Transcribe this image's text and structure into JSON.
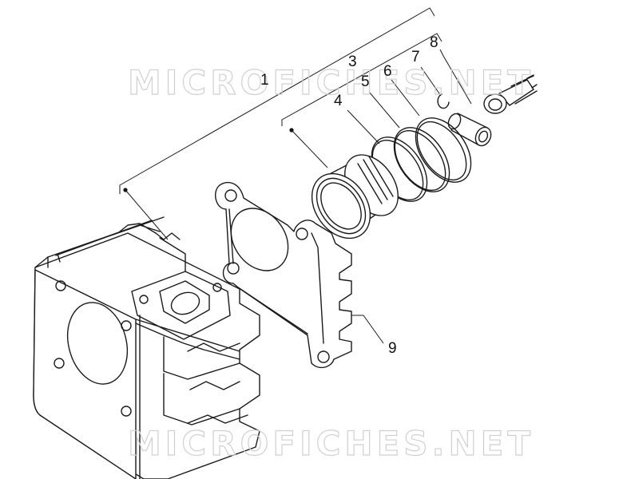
{
  "watermark": {
    "text": "MICROFICHES.NET"
  },
  "callouts": [
    {
      "id": "c1",
      "label": "1"
    },
    {
      "id": "c3",
      "label": "3"
    },
    {
      "id": "c4",
      "label": "4"
    },
    {
      "id": "c5",
      "label": "5"
    },
    {
      "id": "c6",
      "label": "6"
    },
    {
      "id": "c7",
      "label": "7"
    },
    {
      "id": "c8",
      "label": "8"
    },
    {
      "id": "c9",
      "label": "9"
    }
  ],
  "parts": [
    {
      "key": "cylinder"
    },
    {
      "key": "cylinder-base-gasket"
    },
    {
      "key": "piston"
    },
    {
      "key": "piston-ring-1"
    },
    {
      "key": "piston-ring-2"
    },
    {
      "key": "piston-ring-3"
    },
    {
      "key": "piston-pin"
    },
    {
      "key": "circlip"
    },
    {
      "key": "connecting-rod"
    }
  ]
}
